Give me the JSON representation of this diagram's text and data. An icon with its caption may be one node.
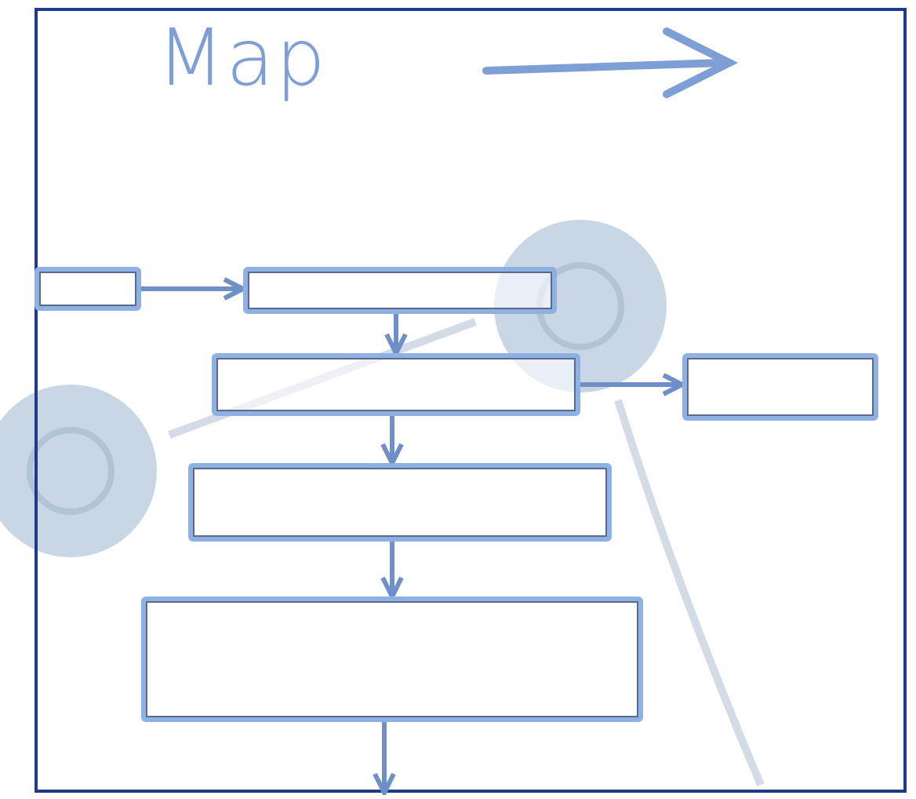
{
  "diagram": {
    "title": "Map",
    "nodes": [
      {
        "text": [],
        "shape": "box"
      },
      {
        "text": [],
        "shape": "box"
      },
      {
        "text": [],
        "shape": "box"
      },
      {
        "text": [],
        "shape": "box"
      },
      {
        "text": [],
        "shape": "box"
      },
      {
        "text": [],
        "shape": "box"
      }
    ],
    "edges": [
      {
        "from": 0,
        "to": 1,
        "arrow": "to"
      },
      {
        "from": 1,
        "to": 2,
        "arrow": "to"
      },
      {
        "from": 2,
        "to": 3,
        "arrow": "to"
      },
      {
        "from": 2,
        "to": 4,
        "arrow": "to"
      },
      {
        "from": 4,
        "to": 5,
        "arrow": "to"
      },
      {
        "from": 5,
        "to": null,
        "arrow": "to"
      }
    ]
  }
}
